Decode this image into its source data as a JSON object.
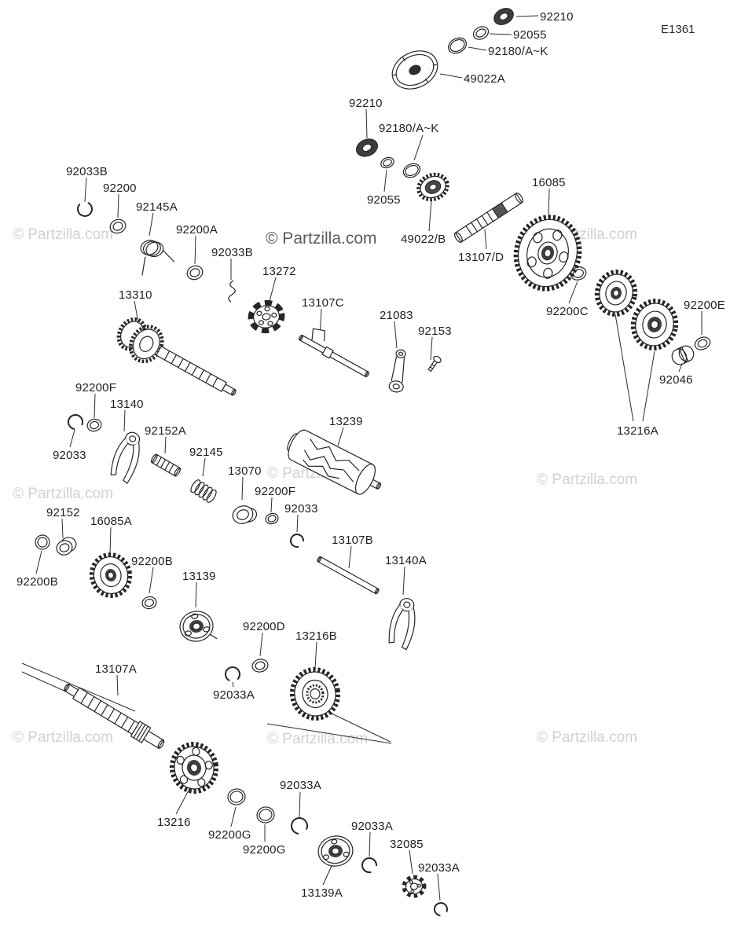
{
  "page": {
    "diagram_code": "E1361",
    "watermark_text": "© Partzilla.com",
    "background": "#ffffff",
    "line_color": "#262626",
    "watermark_light_color": "#ccd2d6",
    "watermark_dark_color": "#595d60"
  },
  "labels": [
    "92210",
    "92055",
    "92180/A~K",
    "49022A",
    "92210",
    "92180/A~K",
    "92055",
    "49022/B",
    "16085",
    "13107/D",
    "92200C",
    "92200E",
    "92046",
    "13216A",
    "92033B",
    "92200",
    "92145A",
    "92200A",
    "92033B",
    "13272",
    "13310",
    "13107C",
    "21083",
    "92153",
    "92200F",
    "13140",
    "92033",
    "92152A",
    "92145",
    "13070",
    "92200F",
    "92033",
    "13239",
    "13107B",
    "13140A",
    "92152",
    "16085A",
    "92200B",
    "92200B",
    "13139",
    "92200D",
    "13216B",
    "92033A",
    "13107A",
    "13216",
    "92200G",
    "92200G",
    "92033A",
    "92033A",
    "13139A",
    "32085",
    "92033A"
  ]
}
